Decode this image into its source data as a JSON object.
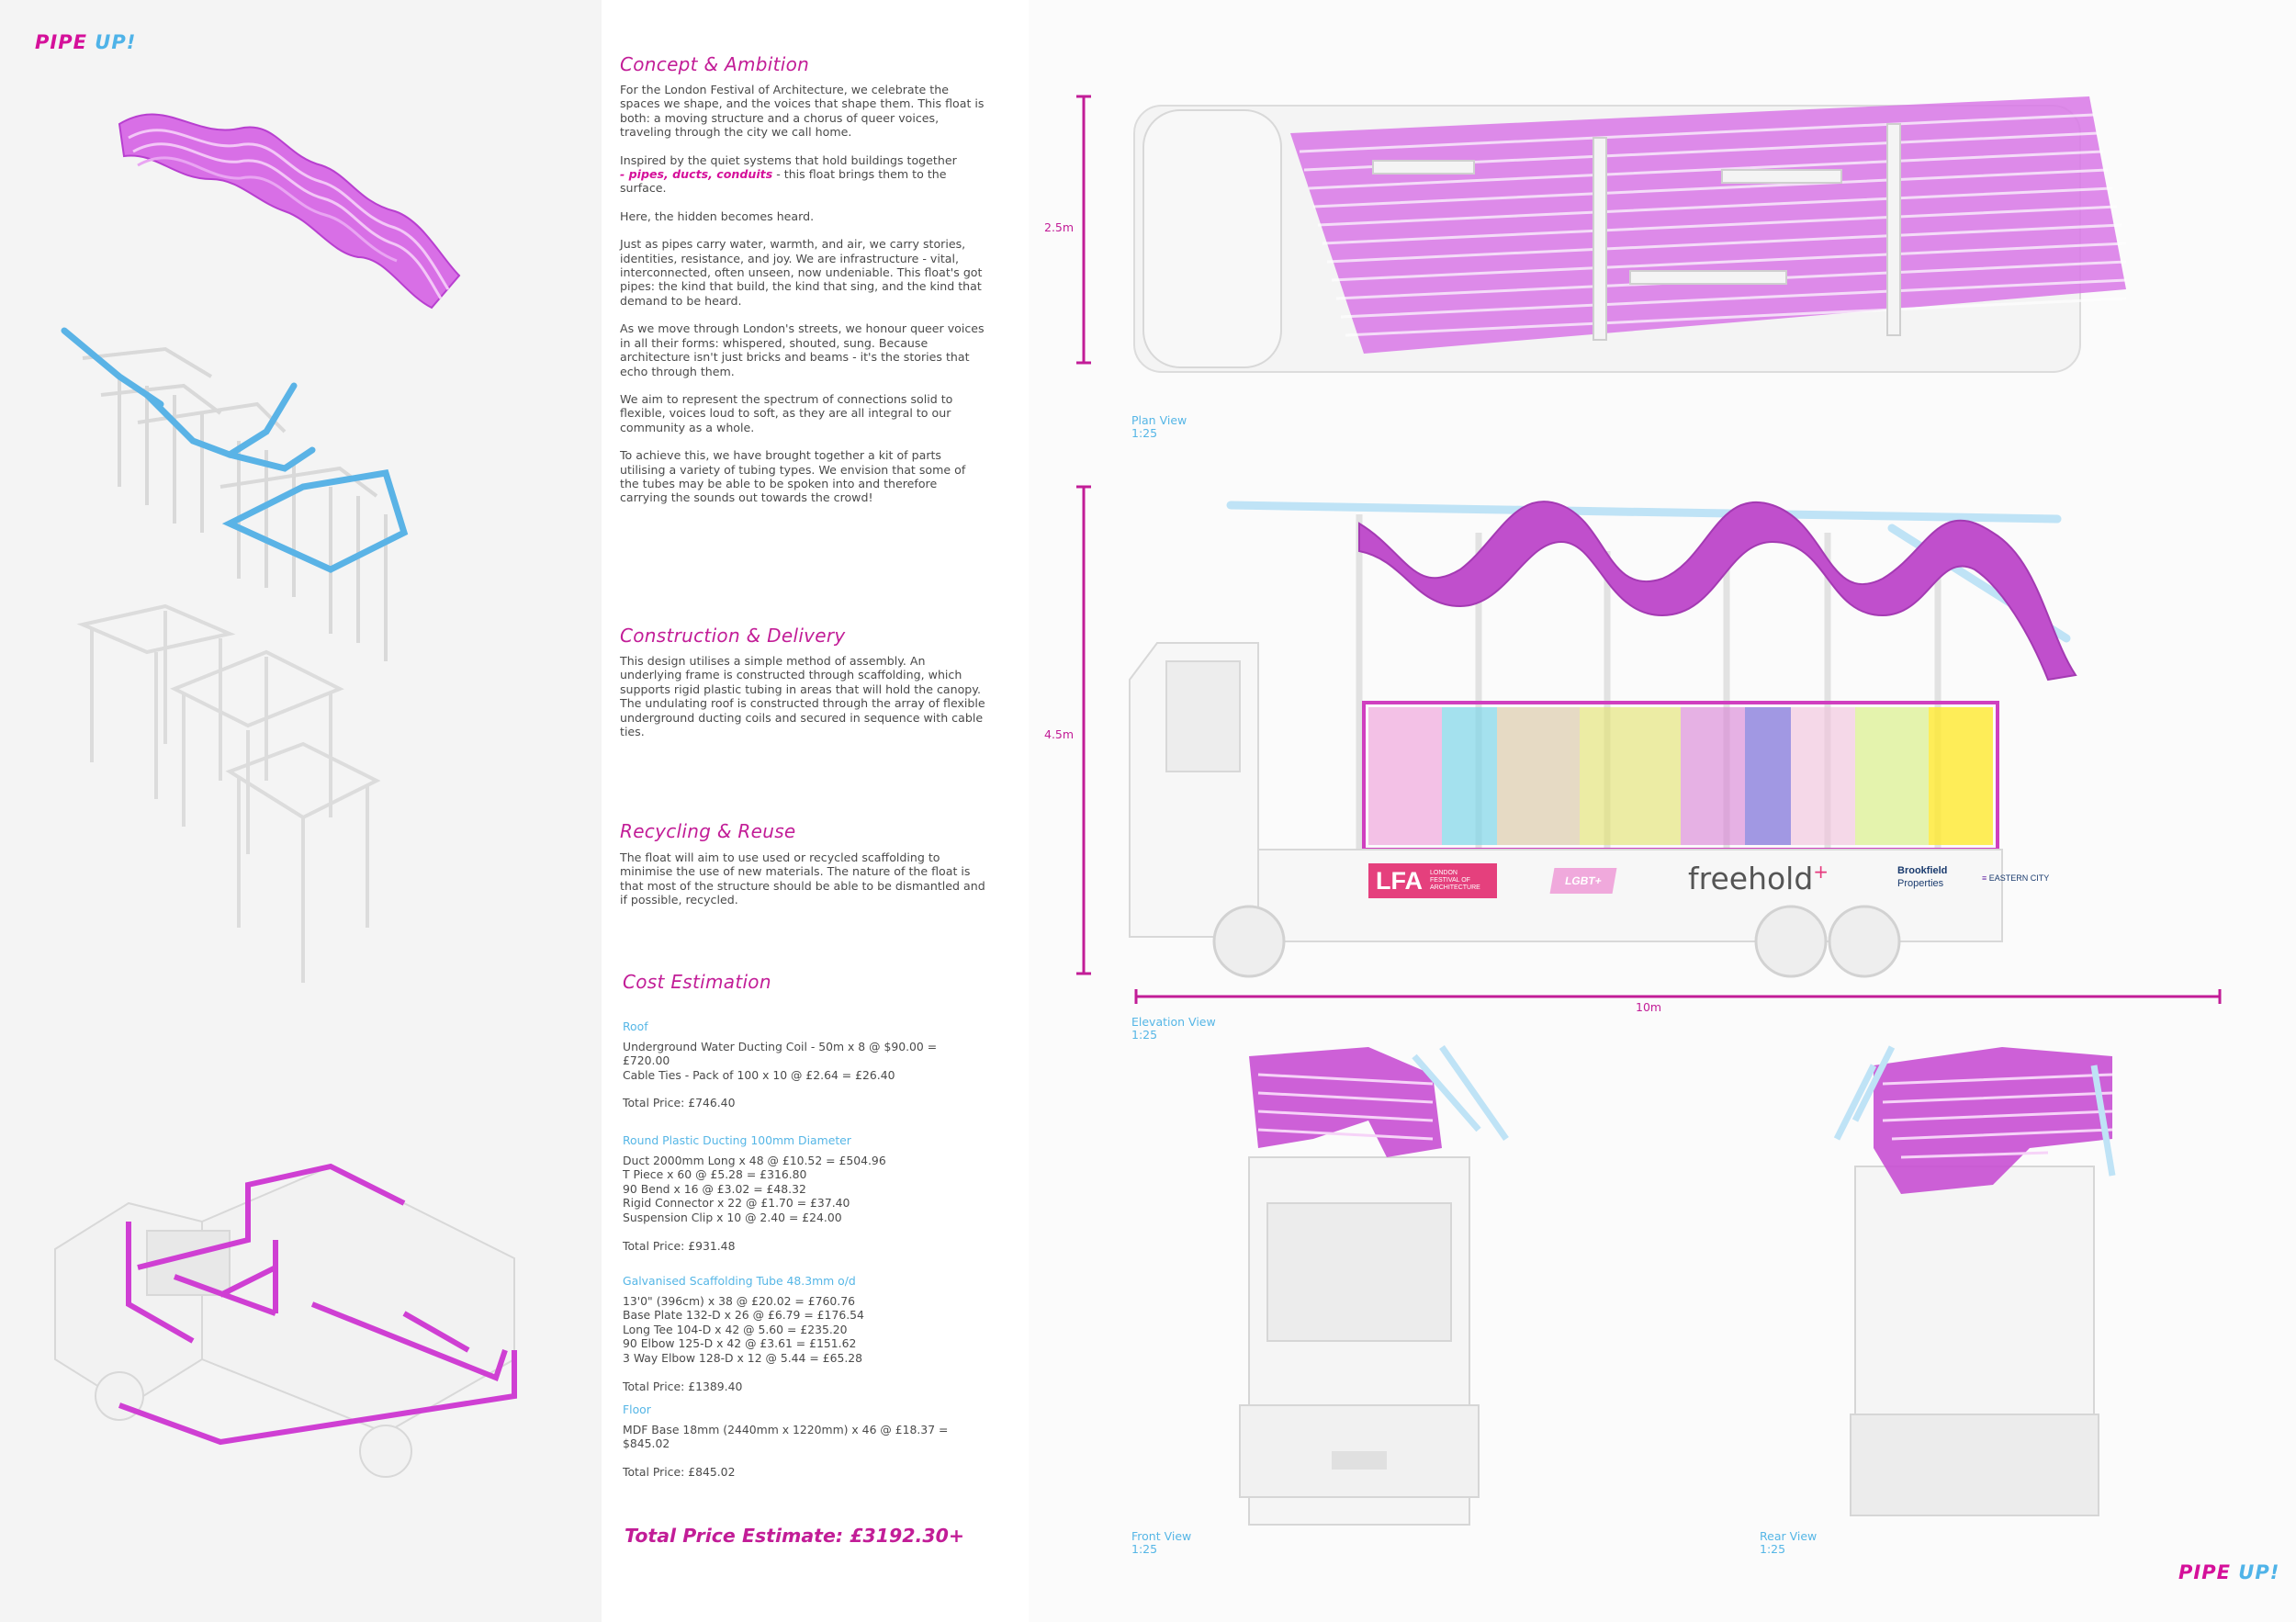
{
  "brand": {
    "pipe": "PIPE ",
    "up": "UP!"
  },
  "concept": {
    "heading": "Concept & Ambition",
    "p1": "For the London Festival of Architecture, we celebrate the spaces we shape, and the voices that shape them. This float is both: a moving structure and a chorus of queer voices, traveling through the city we call home.",
    "p2_pre": "Inspired by the quiet systems that hold buildings together",
    "p2_highlight": "- pipes, ducts, conduits",
    "p2_post": " - this float brings them to the surface.",
    "p3": "Here, the hidden becomes heard.",
    "p4": "Just as pipes carry water, warmth, and air, we carry stories, identities, resistance, and joy. We are infrastructure - vital, interconnected, often unseen, now undeniable. This float's got pipes: the kind that build, the kind that sing, and the kind that demand to be heard.",
    "p5": "As we move through London's streets, we honour queer voices in all their forms: whispered, shouted, sung. Because architecture isn't just bricks and beams - it's the stories that echo through them.",
    "p6": "We aim to represent the spectrum of connections solid to flexible, voices loud to soft, as they are all integral to our community as a whole.",
    "p7": "To achieve this, we have brought together a kit of parts utilising a variety of tubing types. We envision that some of the tubes may be able to be spoken into and therefore carrying the sounds out towards the crowd!"
  },
  "construction": {
    "heading": "Construction & Delivery",
    "p1": "This design utilises a simple method of assembly. An underlying frame is constructed through scaffolding, which supports rigid plastic tubing in areas that will hold the canopy. The undulating roof is constructed through the array of flexible underground ducting coils and secured in sequence with cable ties."
  },
  "recycling": {
    "heading": "Recycling & Reuse",
    "p1": "The float will aim to use used or recycled scaffolding to minimise the use of new materials. The nature of the float is that most of the structure should be able to be dismantled and if possible, recycled."
  },
  "cost": {
    "heading": "Cost Estimation",
    "roof": {
      "label": "Roof",
      "items": [
        "Underground Water Ducting Coil - 50m x 8 @ $90.00 =\n£720.00",
        "Cable Ties - Pack of 100 x 10 @ £2.64 = £26.40"
      ],
      "total": "Total Price: £746.40"
    },
    "ducting": {
      "label": "Round Plastic Ducting 100mm Diameter",
      "items": [
        "Duct 2000mm Long x 48 @ £10.52 = £504.96",
        "T Piece x 60 @ £5.28 = £316.80",
        "90 Bend x 16 @ £3.02 = £48.32",
        "Rigid Connector x 22 @ £1.70 = £37.40",
        "Suspension Clip x 10 @ 2.40 = £24.00"
      ],
      "total": "Total Price: £931.48"
    },
    "scaffold": {
      "label": "Galvanised Scaffolding Tube 48.3mm o/d",
      "items": [
        "13'0\" (396cm) x 38 @ £20.02 = £760.76",
        "Base Plate 132-D x 26 @ £6.79 = £176.54",
        "Long Tee 104-D x 42 @ 5.60 = £235.20",
        "90 Elbow 125-D x 42 @ £3.61 = £151.62",
        "3 Way Elbow 128-D x 12 @ 5.44 = £65.28"
      ],
      "total": "Total Price: £1389.40"
    },
    "floor": {
      "label": "Floor",
      "items": [
        "MDF Base 18mm (2440mm x 1220mm) x 46 @ £18.37 =\n$845.02"
      ],
      "total": "Total Price: £845.02"
    },
    "grand_total": "Total Price Estimate: £3192.30+"
  },
  "views": {
    "plan": {
      "name": "Plan View",
      "scale": "1:25"
    },
    "elevation": {
      "name": "Elevation View",
      "scale": "1:25"
    },
    "front": {
      "name": "Front View",
      "scale": "1:25"
    },
    "rear": {
      "name": "Rear View",
      "scale": "1:25"
    }
  },
  "dimensions": {
    "plan_height": "2.5m",
    "elevation_height": "4.5m",
    "length": "10m"
  },
  "sponsors": {
    "lfa": "LFA",
    "lfa_sub": "LONDON\nFESTIVAL OF\nARCHITECTURE",
    "lgbt": "LGBT+",
    "freehold": "freehold",
    "brookfield": "Brookfield",
    "brookfield_sub": "Properties",
    "eastern": "EASTERN CITY"
  },
  "colors": {
    "magenta": "#d5109a",
    "blue": "#55b6e6",
    "pink_roof": "#c94fd6"
  }
}
